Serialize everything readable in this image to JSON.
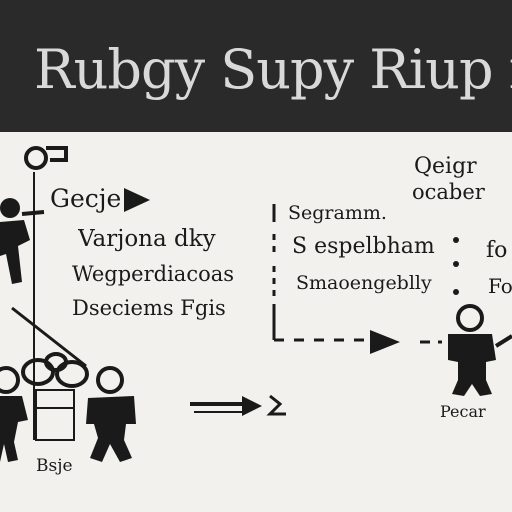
{
  "header": {
    "title": "Rubgy Supy Riup in"
  },
  "left_panel": {
    "top_label": "Gecje",
    "line1": "Varjona dky",
    "line2": "Wegperdiacoas",
    "line3": "Dseciems Fgis",
    "bottom_label": "Bsje"
  },
  "right_panel": {
    "heading_line1": "Qeigr",
    "heading_line2": "ocaber",
    "item1": "Segramm.",
    "item2": "S espelbham",
    "item3": "Smaoengeblly",
    "item2_suffix": "fo",
    "item3_suffix": "Fo",
    "figure_label": "Pecar"
  },
  "colors": {
    "header_bg": "#2a2a2a",
    "header_text": "#d9d9d9",
    "canvas_bg": "#f2f1ed",
    "ink": "#1a1a1a"
  }
}
